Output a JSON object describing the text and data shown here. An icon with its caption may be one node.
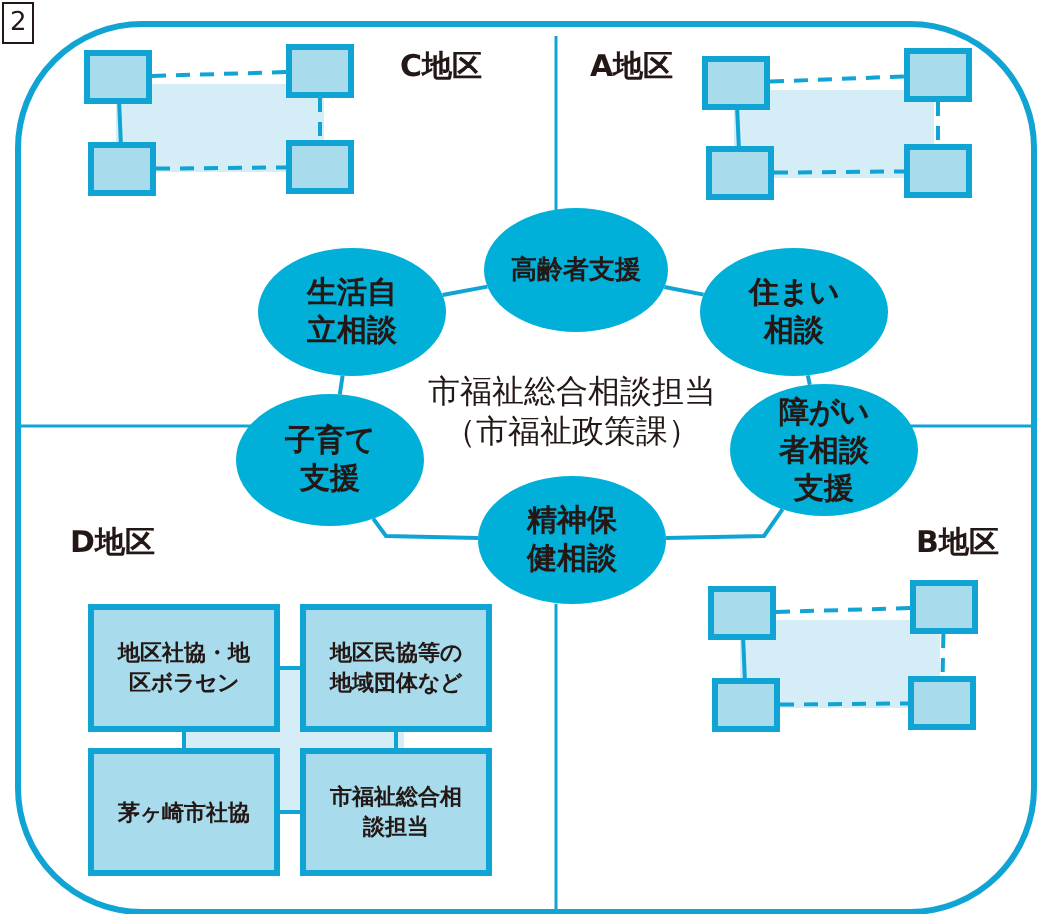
{
  "diagram": {
    "nodes": [
      {
        "text": [],
        "shape": "box"
      },
      {
        "text": [],
        "shape": "box"
      },
      {
        "text": [],
        "shape": "box"
      },
      {
        "text": [],
        "shape": "box"
      },
      {
        "text": [],
        "shape": "box"
      },
      {
        "text": [],
        "shape": "box"
      },
      {
        "text": [],
        "shape": "box"
      },
      {
        "text": [],
        "shape": "box"
      },
      {
        "text": [
          "高齢者支援"
        ]
      },
      {
        "text": [
          "生活自立相談"
        ]
      },
      {
        "text": [
          "住まい相談"
        ]
      },
      {
        "text": [
          "子育て支援"
        ]
      },
      {
        "text": [
          "障がい者相談支援"
        ]
      },
      {
        "text": [
          "精神保健相談"
        ]
      },
      {
        "text": [
          "地区社協・地区ボラセン"
        ]
      },
      {
        "text": [
          "地区民協等の地域団体など"
        ]
      },
      {
        "text": [
          "茅ヶ崎市社協"
        ]
      },
      {
        "text": [
          "市福祉総合相談担当"
        ]
      },
      {
        "text": [],
        "shape": "box"
      },
      {
        "text": [],
        "shape": "box"
      },
      {
        "text": [],
        "shape": "box"
      },
      {
        "text": [],
        "shape": "box"
      }
    ],
    "edges": [
      {
        "from": 0,
        "to": 1,
        "arrow": "none",
        "style": "dashed"
      },
      {
        "from": 0,
        "to": 2,
        "arrow": "none"
      },
      {
        "from": 1,
        "to": 3,
        "arrow": "none",
        "style": "dashed"
      },
      {
        "from": 2,
        "to": 3,
        "arrow": "none",
        "style": "dashed"
      },
      {
        "from": 4,
        "to": 5,
        "arrow": "none",
        "style": "dashed"
      },
      {
        "from": 4,
        "to": 6,
        "arrow": "none"
      },
      {
        "from": 5,
        "to": 7,
        "arrow": "none",
        "style": "dashed"
      },
      {
        "from": 6,
        "to": 7,
        "arrow": "none",
        "style": "dashed"
      },
      {
        "from": 9,
        "to": 8,
        "arrow": "none"
      },
      {
        "from": 8,
        "to": 10,
        "arrow": "none"
      },
      {
        "from": 10,
        "to": 12,
        "arrow": "none"
      },
      {
        "from": 12,
        "to": 13,
        "arrow": "none"
      },
      {
        "from": 13,
        "to": 11,
        "arrow": "none"
      },
      {
        "from": 11,
        "to": 9,
        "arrow": "none"
      },
      {
        "from": 14,
        "to": 15,
        "arrow": "none"
      },
      {
        "from": 14,
        "to": 16,
        "arrow": "none"
      },
      {
        "from": 15,
        "to": 17,
        "arrow": "none"
      },
      {
        "from": 16,
        "to": 17,
        "arrow": "none"
      },
      {
        "from": 18,
        "to": 19,
        "arrow": "none",
        "style": "dashed"
      },
      {
        "from": 18,
        "to": 20,
        "arrow": "none"
      },
      {
        "from": 19,
        "to": 21,
        "arrow": "none",
        "style": "dashed"
      },
      {
        "from": 20,
        "to": 21,
        "arrow": "none",
        "style": "dashed"
      }
    ],
    "labels": [
      "2",
      "C地区",
      "A地区",
      "市福祉総合相談担当（市福祉政策課）",
      "D地区",
      "B地区"
    ]
  }
}
